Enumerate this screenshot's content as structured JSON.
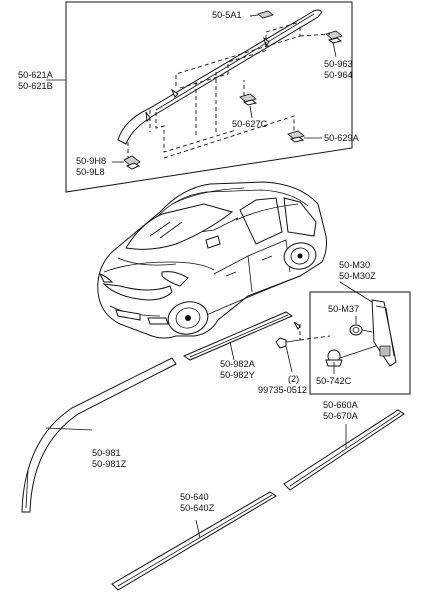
{
  "labels": {
    "p50_5A1": "50-5A1",
    "p50_621A": "50-621A",
    "p50_621B": "50-621B",
    "p50_963": "50-963",
    "p50_964": "50-964",
    "p50_627C": "50-627C",
    "p50_629A": "50-629A",
    "p50_9H8": "50-9H8",
    "p50_9L8": "50-9L8",
    "p50_M30": "50-M30",
    "p50_M30Z": "50-M30Z",
    "p50_M37": "50-M37",
    "p50_742C": "50-742C",
    "p50_982A": "50-982A",
    "p50_982Y": "50-982Y",
    "qty": "(2)",
    "p99735": "99735-0512",
    "p50_981": "50-981",
    "p50_981Z": "50-981Z",
    "p50_660A": "50-660A",
    "p50_670A": "50-670A",
    "p50_640": "50-640",
    "p50_640Z": "50-640Z"
  }
}
